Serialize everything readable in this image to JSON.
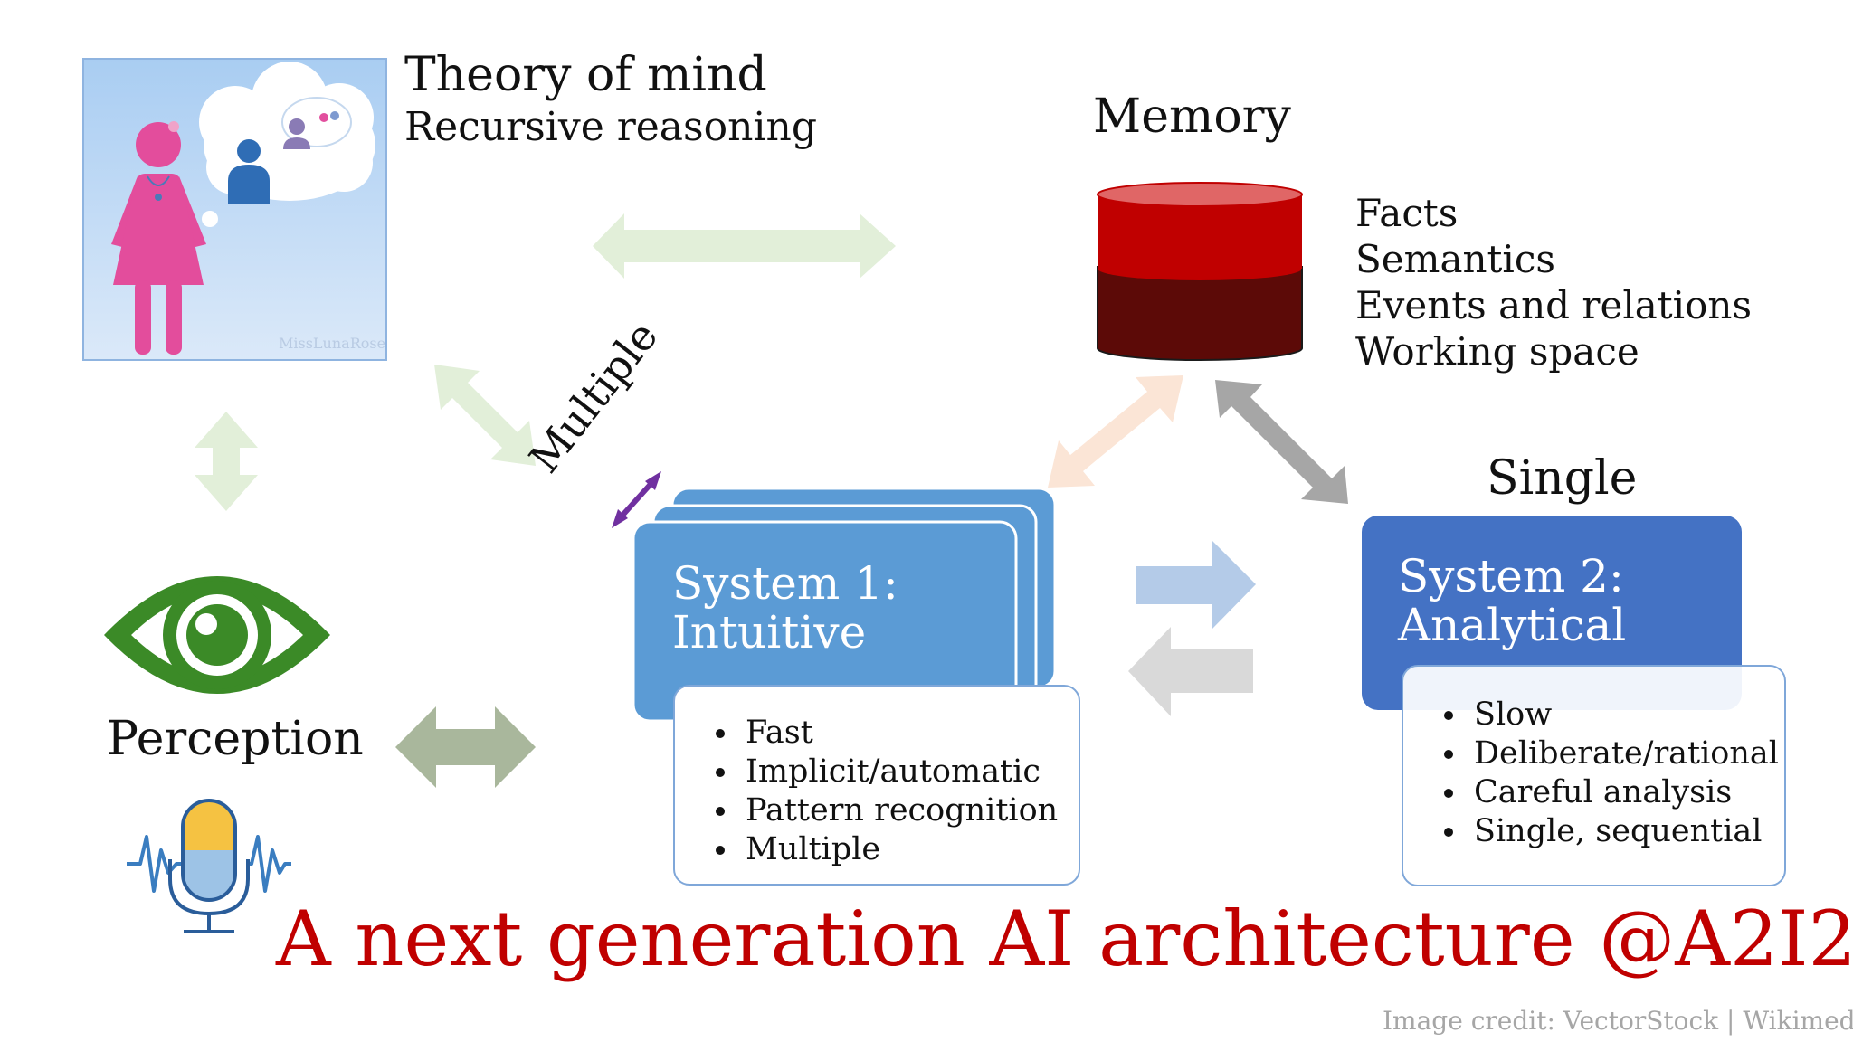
{
  "theory_of_mind": {
    "title": "Theory of mind",
    "subtitle": "Recursive reasoning",
    "image_watermark": "MissLunaRose"
  },
  "memory": {
    "label": "Memory",
    "items": [
      "Facts",
      "Semantics",
      "Events and relations",
      "Working space"
    ],
    "colors": {
      "top": "#c00000",
      "top_rim": "#e06666",
      "bottom": "#5c0a07"
    }
  },
  "perception": {
    "label": "Perception",
    "icons": [
      "eye-icon",
      "microphone-icon"
    ],
    "colors": {
      "eye": "#3b8a27",
      "mic_body": "#9dc3e6",
      "mic_head": "#f5c242",
      "wave": "#3a7dc0"
    }
  },
  "system1": {
    "title_line1": "System 1:",
    "title_line2": "Intuitive",
    "bullets": [
      "Fast",
      "Implicit/automatic",
      "Pattern recognition",
      "Multiple"
    ],
    "color": "#5b9bd5"
  },
  "system2": {
    "title_line1": "System 2:",
    "title_line2": "Analytical",
    "bullets": [
      "Slow",
      "Deliberate/rational",
      "Careful analysis",
      "Single, sequential"
    ],
    "color": "#4472c4"
  },
  "multiple_label": "Multiple",
  "single_label": "Single",
  "footer_title": "A next generation AI architecture @A2I2",
  "credit": "Image credit: VectorStock | Wikimedia",
  "arrow_colors": {
    "light_green": "#e2efd9",
    "sage": "#a9b79c",
    "peach": "#fbe5d6",
    "gray": "#a6a6a6",
    "blue": "#b4cbe8",
    "light_gray": "#d9d9d9",
    "purple": "#7030a0"
  }
}
